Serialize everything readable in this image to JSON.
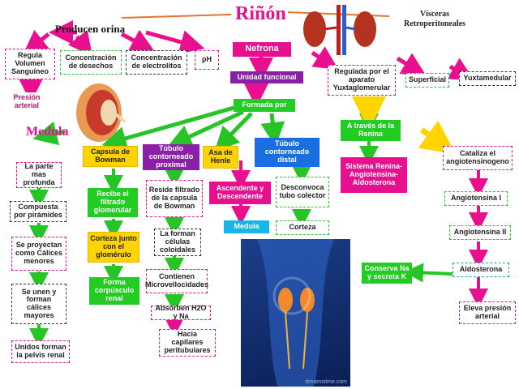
{
  "title": "Riñón",
  "vísceras": "Vísceras Retroperitoneales",
  "producen": "Producen orina",
  "medula_label": "Medula",
  "nefrona": "Nefrona",
  "unidad": "Unidad funcional",
  "formada": "Formada por",
  "top_left": {
    "regula": "Regula Volumen Sanguíneo",
    "presion": "Presión arterial",
    "concentracion_desechos": "Concentración de desechos",
    "concentracion_electrolitos": "Concentración de electrolitos",
    "ph": "pH"
  },
  "right": {
    "regulada": "Regulada por el aparato Yuxtaglomerular",
    "superficial": "Superficial",
    "yuxtamedular": "Yuxtamedular",
    "traves": "A través de la Renina",
    "sistema": "Sistema Renina-Angiotensina-Aldosterona",
    "cataliza": "Cataliza el angiotensinogeno",
    "ang1": "Angiotensina I",
    "ang2": "Angiotensina II",
    "aldos": "Aldosterona",
    "conserva": "Conserva Na y secreta K",
    "eleva": "Eleva presión arterial"
  },
  "medula_col": [
    "La parte mas profunda",
    "Compuesta por pirámides",
    "Se proyectan como Cálices menores",
    "Se unen y forman cálices mayores",
    "Unidos forman la pelvis renal"
  ],
  "bowman_col": [
    "Capsula de Bowman",
    "Recibe el filtrado glomerular",
    "Corteza junto con el glomérulo",
    "Forma corpúsculo renal"
  ],
  "tubulo_prox_col": [
    "Túbulo contorneado proximal",
    "Reside filtrado de la capsula de Bowman",
    "La forman células coloidales",
    "Contienen Microvellocidades",
    "Absorben H2O y Na",
    "Hacia capilares peritubulares"
  ],
  "henle_col": [
    "Asa de Henle",
    "Ascendente y Descendente",
    "Medula"
  ],
  "tubulo_dist_col": [
    "Túbulo contorneado distal",
    "Desconvoca tubo colector",
    "Corteza"
  ],
  "watermark": "dreamstime.com"
}
